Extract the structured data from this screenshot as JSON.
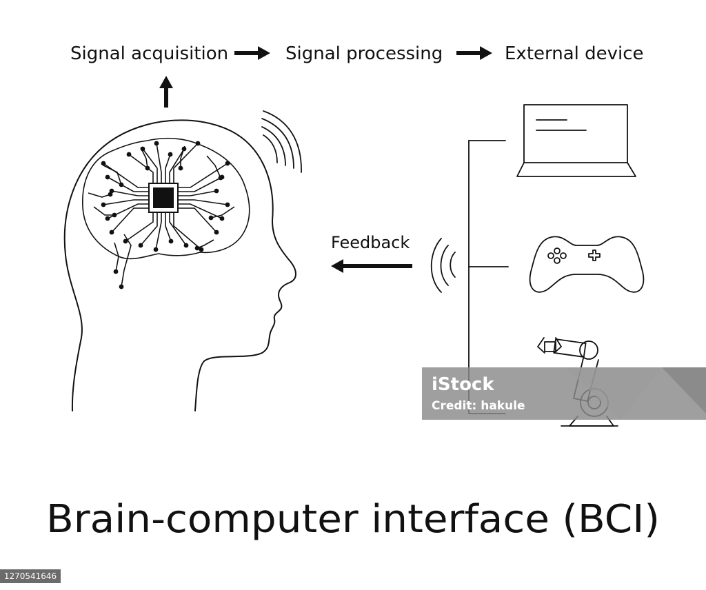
{
  "flow": {
    "step1": "Signal acquisition",
    "step2": "Signal processing",
    "step3": "External device"
  },
  "feedback_label": "Feedback",
  "title": "Brain-computer interface (BCI)",
  "watermark": {
    "brand": "iStock",
    "credit": "Credit: hakule"
  },
  "image_id": "1270541646",
  "colors": {
    "ink": "#111111",
    "watermark_band": "#8a8a8a",
    "background": "#ffffff"
  },
  "icons": [
    "arrow-right-icon",
    "arrow-up-icon",
    "arrow-left-icon",
    "head-icon",
    "brain-circuit-icon",
    "chip-icon",
    "signal-waves-icon",
    "laptop-icon",
    "gamepad-icon",
    "robot-arm-icon"
  ]
}
